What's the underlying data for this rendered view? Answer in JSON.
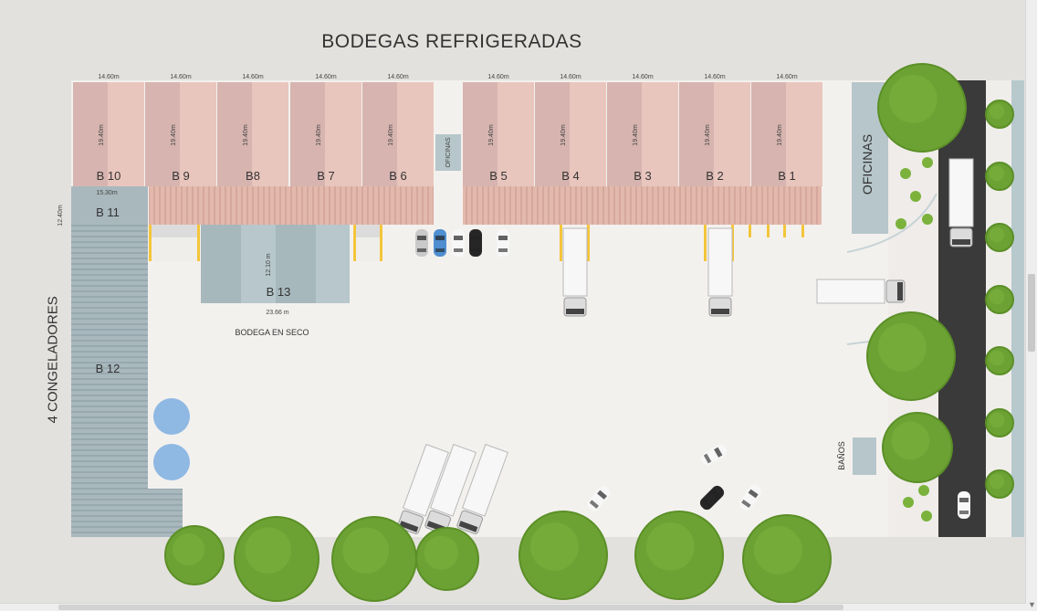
{
  "title": "BODEGAS REFRIGERADAS",
  "bays": [
    {
      "label": "B 10",
      "width": "14.60m",
      "depth": "19.40m"
    },
    {
      "label": "B 9",
      "width": "14.60m",
      "depth": "19.40m"
    },
    {
      "label": "B8",
      "width": "14.60m",
      "depth": "19.40m"
    },
    {
      "label": "B 7",
      "width": "14.60m",
      "depth": "19.40m"
    },
    {
      "label": "B 6",
      "width": "14.60m",
      "depth": "19.40m"
    },
    {
      "label": "B 5",
      "width": "14.60m",
      "depth": "19.40m"
    },
    {
      "label": "B 4",
      "width": "14.60m",
      "depth": "19.40m"
    },
    {
      "label": "B 3",
      "width": "14.60m",
      "depth": "19.40m"
    },
    {
      "label": "B 2",
      "width": "14.60m",
      "depth": "19.40m"
    },
    {
      "label": "B 1",
      "width": "14.60m",
      "depth": "19.40m"
    }
  ],
  "oficinas_small": "OFICINAS",
  "oficinas_large": "OFICINAS",
  "b11": {
    "label": "B 11",
    "width": "15.30m",
    "depth": "12.40m"
  },
  "b12": {
    "label": "B 12"
  },
  "b13": {
    "label": "B 13",
    "width": "23.66 m",
    "depth": "12.10 m"
  },
  "bodega_seco": "BODEGA EN SECO",
  "congeladores": "4 CONGELADORES",
  "banos": "BAÑOS",
  "colors": {
    "background": "#e3e1de",
    "lot": "#f3f1ee",
    "bay_light": "#e9c6bd",
    "bay_dark": "#d7b4af",
    "canopy": "#e2b8ad",
    "freezer": "#a7b7bc",
    "office": "#b6c6cb",
    "road": "#3a3a3a",
    "tree": "#6ca233",
    "tank": "#8fb8e3",
    "dock": "#f4c53b"
  }
}
